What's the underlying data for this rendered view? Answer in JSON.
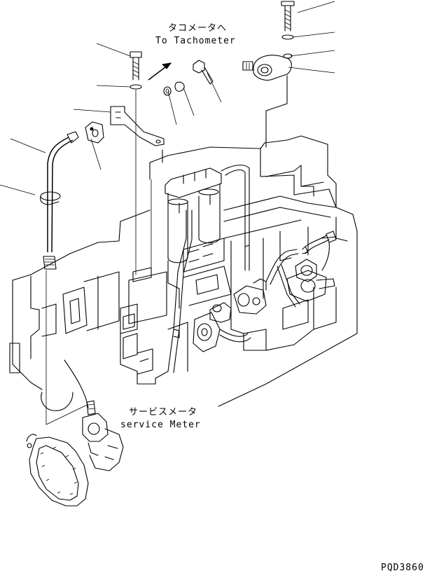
{
  "labels": {
    "tachometer_ja": "タコメータへ",
    "tachometer_en": "To Tachometer",
    "service_meter_ja": "サービスメータ",
    "service_meter_en": "service Meter",
    "drawing_code": "PQD3860"
  },
  "colors": {
    "line": "#000000",
    "background": "#ffffff"
  }
}
